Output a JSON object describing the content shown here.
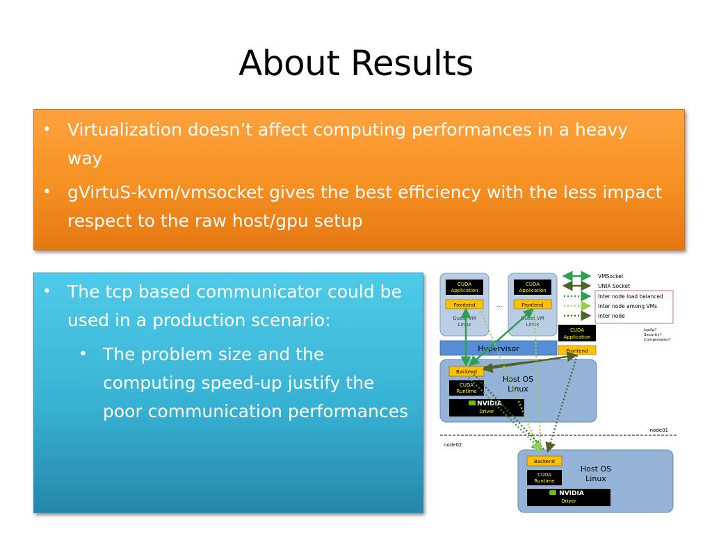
{
  "slide": {
    "title": "About Results"
  },
  "orange_box": {
    "bullets": [
      "Virtualization doesn’t affect computing performances in a heavy way",
      "gVirtuS-kvm/vmsocket gives the best efficiency with the less impact respect to the raw host/gpu setup"
    ]
  },
  "blue_box": {
    "bullet": "The tcp based communicator could be used in a production scenario:",
    "sub_bullet": "The problem size and the computing speed-up justify the poor communication performances"
  },
  "diagram": {
    "guest1": {
      "app": [
        "CUDA",
        "Application"
      ],
      "frontend": "Frontend",
      "os": [
        "Guest VM",
        "Linux"
      ]
    },
    "guest2": {
      "app": [
        "CUDA",
        "Application"
      ],
      "frontend": "Frontend",
      "os": [
        "Guest VM",
        "Linux"
      ]
    },
    "ellipsis": "...",
    "hypervisor": "Hypervisor",
    "remote_app": {
      "app": [
        "CUDA",
        "Application"
      ],
      "frontend": "Frontend"
    },
    "host1": {
      "backend": "Backend",
      "runtime": [
        "CUDA",
        "Runtime"
      ],
      "os": [
        "Host OS",
        "Linux"
      ],
      "driver_brand": "NVIDIA",
      "driver": "Driver"
    },
    "host2": {
      "backend": "Backend",
      "runtime": [
        "CUDA",
        "Runtime"
      ],
      "os": [
        "Host OS",
        "Linux"
      ],
      "driver_brand": "NVIDIA",
      "driver": "Driver"
    },
    "node01": "node01",
    "node02": "node02",
    "legend": [
      {
        "label": "VMSocket",
        "color": "#2e9e4f",
        "style": "solid"
      },
      {
        "label": "UNIX Socket",
        "color": "#4f6228",
        "style": "solid"
      },
      {
        "label": "Inter node load balanced",
        "color": "#2e9e4f",
        "style": "dotted"
      },
      {
        "label": "Inter node among VMs",
        "color": "#92d050",
        "style": "dotted"
      },
      {
        "label": "Inter node",
        "color": "#4f6228",
        "style": "dotted"
      }
    ],
    "notes": [
      "tcp/ip?",
      "Security?",
      "Compression?"
    ],
    "colors": {
      "vm_fill": "#b9cde5",
      "host_fill": "#95b3d7",
      "hypervisor_fill": "#558ed5",
      "frontend_fill": "#ffc000",
      "dark_fill": "#000000",
      "app_text": "#ffff00"
    }
  }
}
